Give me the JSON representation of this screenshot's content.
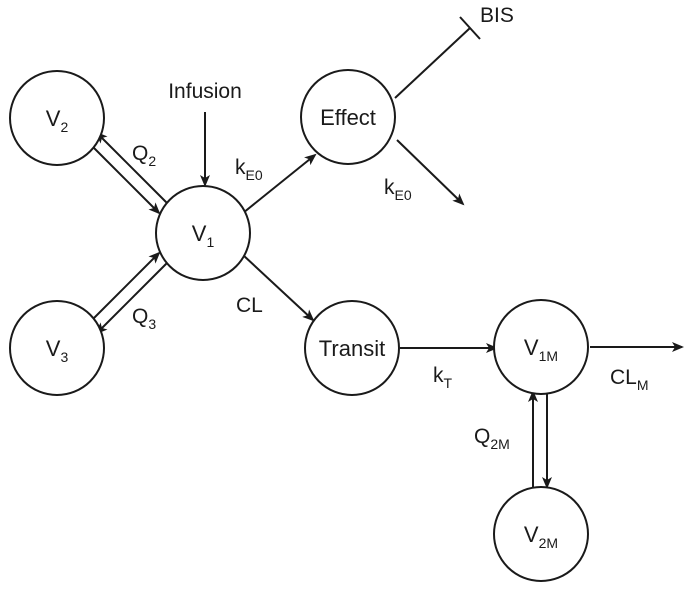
{
  "colors": {
    "stroke": "#1a1a1a",
    "background": "#ffffff"
  },
  "nodes": {
    "v2": {
      "main": "V",
      "sub": "2"
    },
    "v1": {
      "main": "V",
      "sub": "1"
    },
    "v3": {
      "main": "V",
      "sub": "3"
    },
    "effect": {
      "main": "Effect"
    },
    "transit": {
      "main": "Transit"
    },
    "v1m": {
      "main": "V",
      "sub": "1M"
    },
    "v2m": {
      "main": "V",
      "sub": "2M"
    }
  },
  "labels": {
    "infusion": {
      "main": "Infusion"
    },
    "bis": {
      "main": "BIS"
    },
    "q2": {
      "main": "Q",
      "sub": "2"
    },
    "q3": {
      "main": "Q",
      "sub": "3"
    },
    "ke0_in": {
      "main": "k",
      "sub": "E0"
    },
    "ke0_out": {
      "main": "k",
      "sub": "E0"
    },
    "cl": {
      "main": "CL"
    },
    "kt": {
      "main": "k",
      "sub": "T"
    },
    "clm": {
      "main": "CL",
      "sub": "M"
    },
    "q2m": {
      "main": "Q",
      "sub": "2M"
    }
  }
}
